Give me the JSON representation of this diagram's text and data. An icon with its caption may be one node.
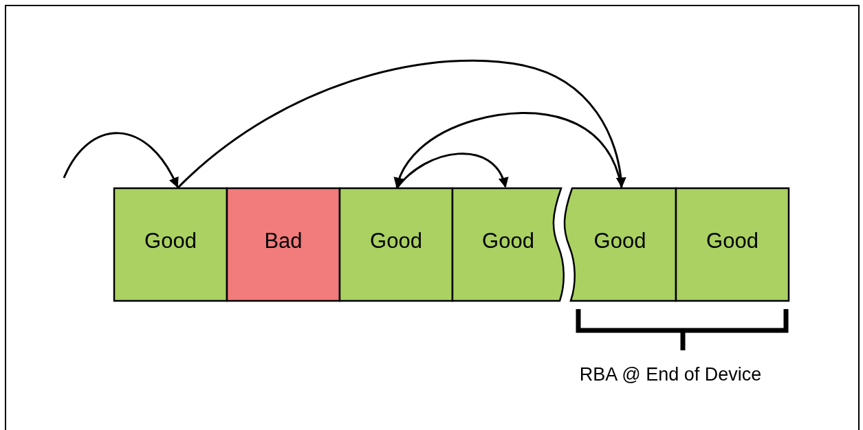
{
  "diagram": {
    "nodes": [
      {
        "text": [
          "Good"
        ]
      },
      {
        "text": [
          "Bad"
        ]
      },
      {
        "text": [
          "Good"
        ]
      },
      {
        "text": [
          "Good"
        ]
      },
      {
        "text": [
          "Good"
        ]
      },
      {
        "text": [
          "Good"
        ]
      }
    ],
    "edges": [
      {
        "from": null,
        "to": 0,
        "arrow": "to"
      },
      {
        "from": 0,
        "to": 4,
        "arrow": "to"
      },
      {
        "from": 4,
        "to": 2,
        "arrow": "to"
      },
      {
        "from": 2,
        "to": 3,
        "arrow": "to"
      }
    ],
    "labels": [
      "RBA @ End of Device"
    ]
  }
}
